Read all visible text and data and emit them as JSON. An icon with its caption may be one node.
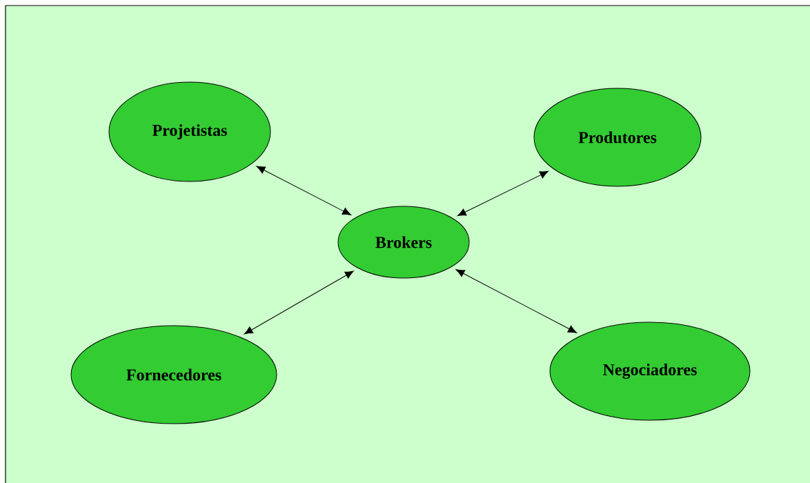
{
  "diagram": {
    "nodes": [
      {
        "text": [
          "Projetistas"
        ]
      },
      {
        "text": [
          "Produtores"
        ]
      },
      {
        "text": [
          "Brokers"
        ]
      },
      {
        "text": [
          "Fornecedores"
        ]
      },
      {
        "text": [
          "Negociadores"
        ]
      }
    ],
    "edges": [
      {
        "from": 2,
        "to": 0,
        "arrow": "both"
      },
      {
        "from": 2,
        "to": 1,
        "arrow": "both"
      },
      {
        "from": 2,
        "to": 3,
        "arrow": "both"
      },
      {
        "from": 2,
        "to": 4,
        "arrow": "both"
      }
    ]
  }
}
